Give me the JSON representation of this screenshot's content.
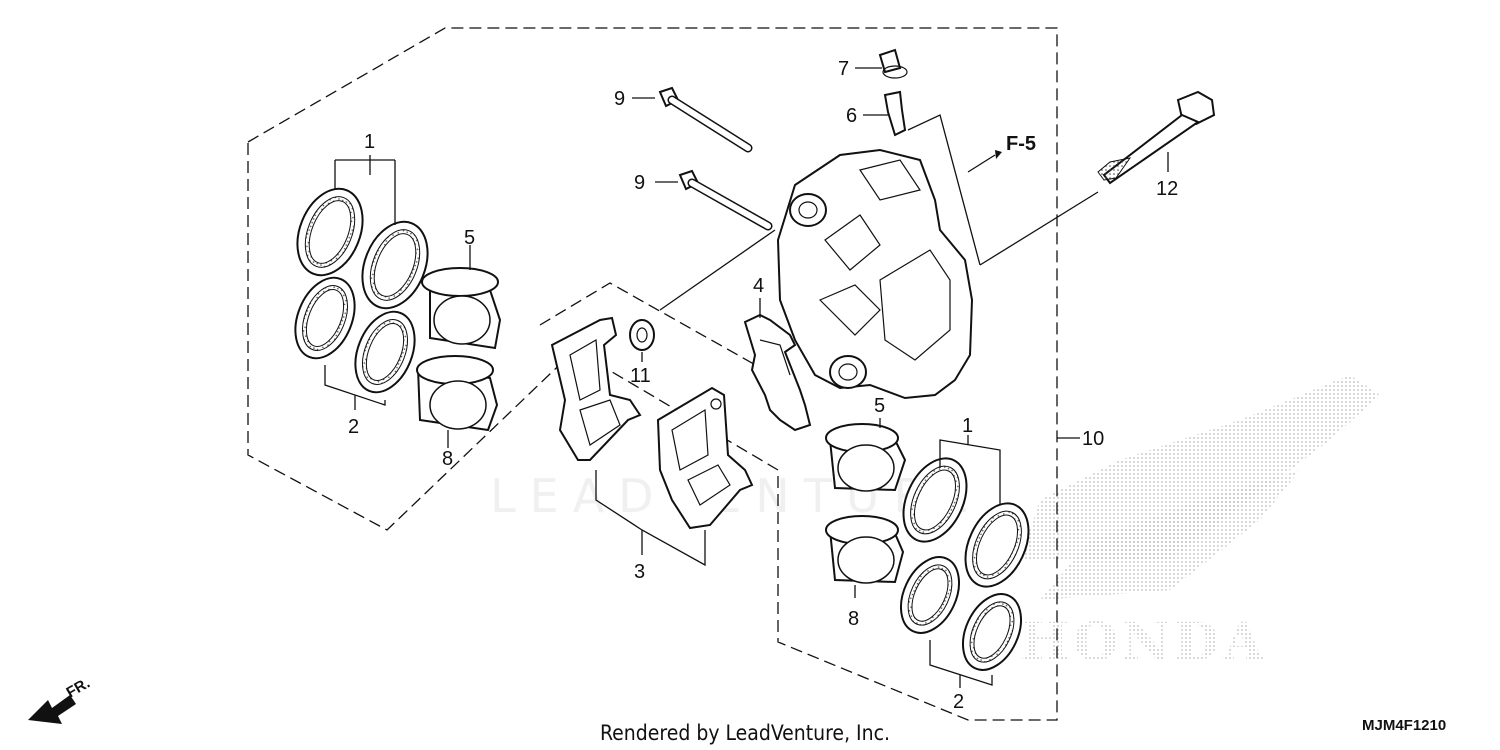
{
  "callouts": {
    "c1a": "1",
    "c2a": "2",
    "c5a": "5",
    "c8a": "8",
    "c3": "3",
    "c4": "4",
    "c11": "11",
    "c9a": "9",
    "c9b": "9",
    "c7": "7",
    "c6": "6",
    "c12": "12",
    "c10": "10",
    "c5b": "5",
    "c8b": "8",
    "c1b": "1",
    "c2b": "2"
  },
  "ref_label": "F-5",
  "direction_label": "FR.",
  "watermark_text": "LEADVENTURE",
  "brand_watermark": "HONDA",
  "footer_credit": "Rendered by LeadVenture, Inc.",
  "diagram_code": "MJM4F1210"
}
